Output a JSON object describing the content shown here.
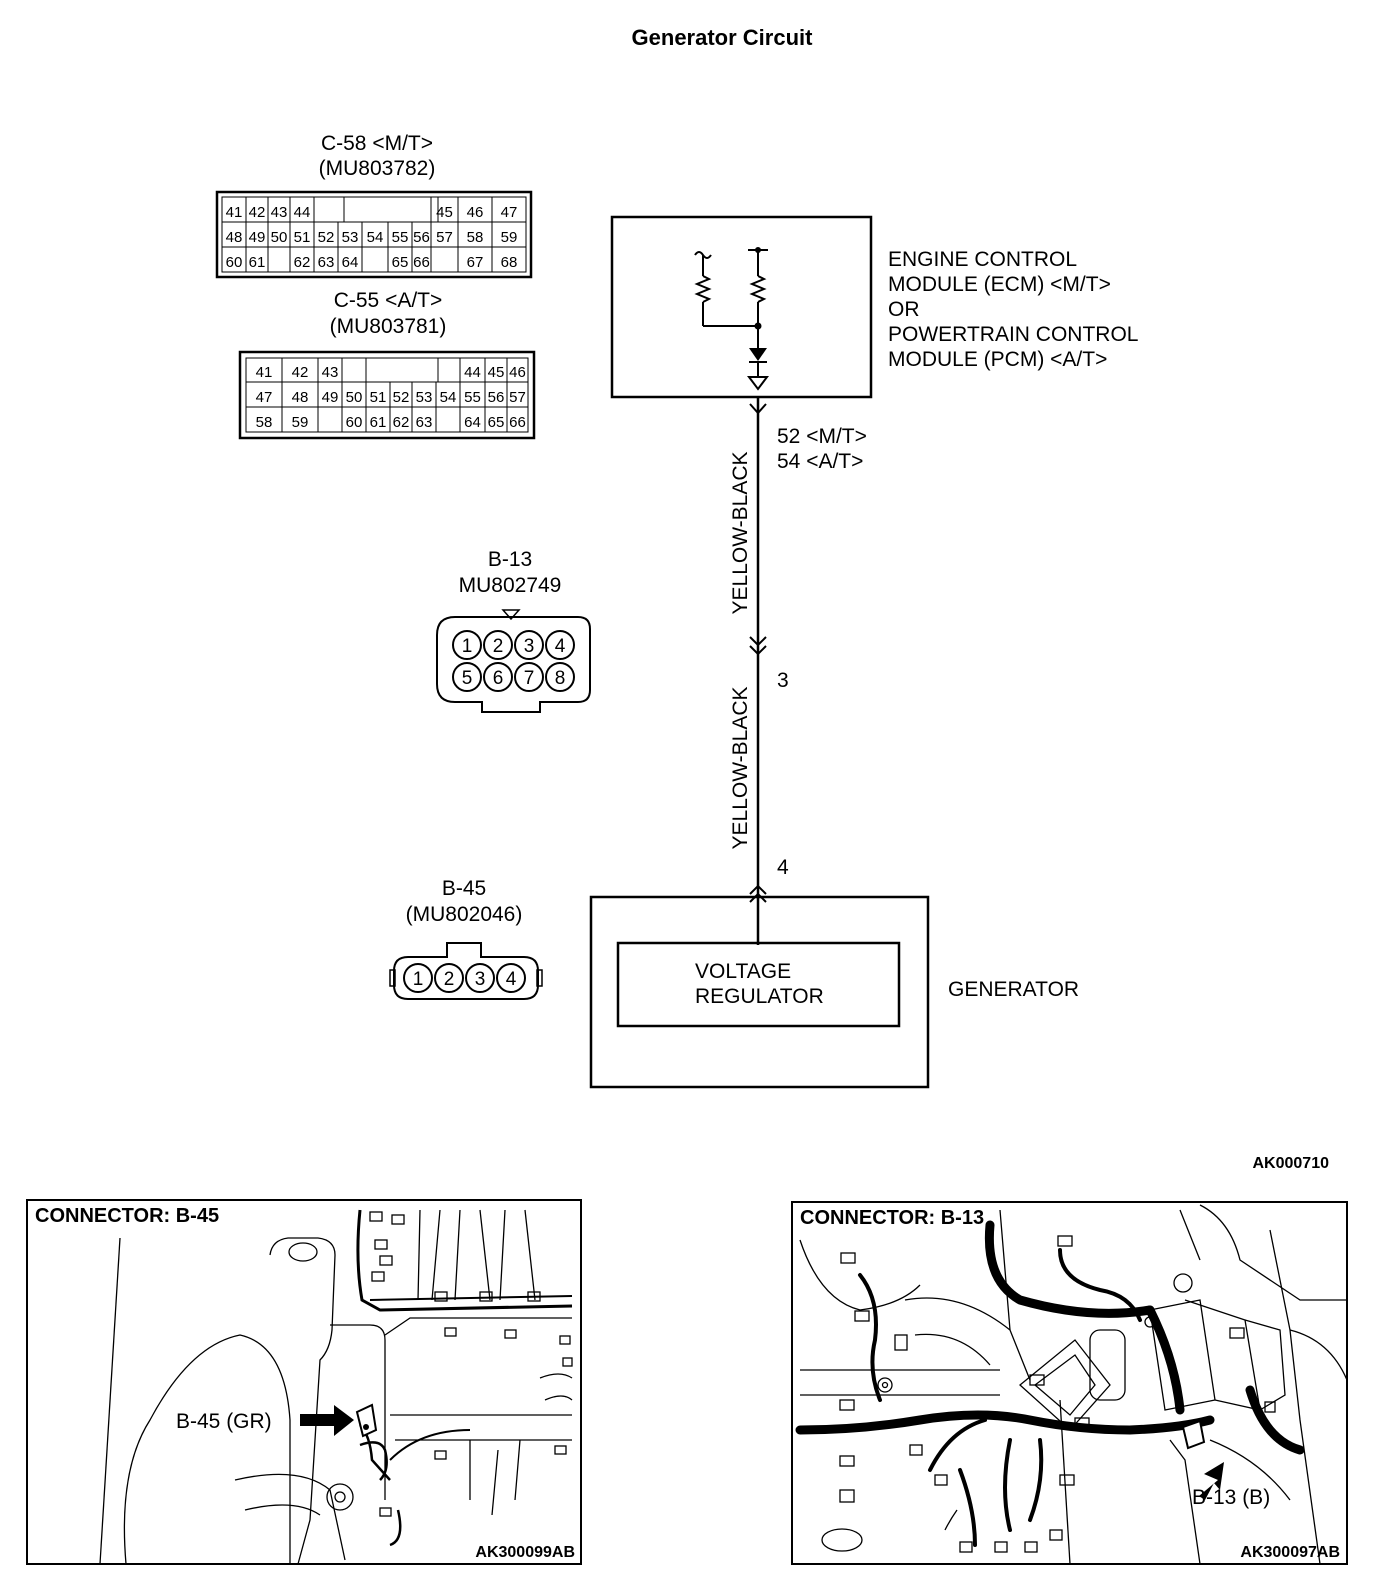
{
  "title": "Generator Circuit",
  "figure_code": "AK000710",
  "c58": {
    "name": "C-58 <M/T>",
    "part": "(MU803782)",
    "rows": [
      [
        "41",
        "42",
        "43",
        "44",
        "45",
        "46",
        "47"
      ],
      [
        "48",
        "49",
        "50",
        "51",
        "52",
        "53",
        "54",
        "55",
        "56",
        "57",
        "58",
        "59"
      ],
      [
        "60",
        "61",
        "62",
        "63",
        "64",
        "65",
        "66",
        "67",
        "68"
      ]
    ]
  },
  "c55": {
    "name": "C-55 <A/T>",
    "part": "(MU803781)",
    "rows": [
      [
        "41",
        "42",
        "43",
        "44",
        "45",
        "46"
      ],
      [
        "47",
        "48",
        "49",
        "50",
        "51",
        "52",
        "53",
        "54",
        "55",
        "56",
        "57"
      ],
      [
        "58",
        "59",
        "60",
        "61",
        "62",
        "63",
        "64",
        "65",
        "66"
      ]
    ]
  },
  "b13": {
    "name": "B-13",
    "part": "MU802749",
    "pins_top": [
      "1",
      "2",
      "3",
      "4"
    ],
    "pins_bottom": [
      "5",
      "6",
      "7",
      "8"
    ]
  },
  "b45": {
    "name": "B-45",
    "part": "(MU802046)",
    "pins": [
      "1",
      "2",
      "3",
      "4"
    ]
  },
  "ecm": {
    "lines": [
      "ENGINE CONTROL",
      "MODULE (ECM) <M/T>",
      "OR",
      "POWERTRAIN CONTROL",
      "MODULE (PCM) <A/T>"
    ]
  },
  "wire": {
    "terminal_mt": "52 <M/T>",
    "terminal_at": "54 <A/T>",
    "color_upper": "YELLOW-BLACK",
    "color_lower": "YELLOW-BLACK",
    "b13_terminal": "3",
    "gen_terminal": "4"
  },
  "generator": {
    "label": "GENERATOR",
    "regulator_line1": "VOLTAGE",
    "regulator_line2": "REGULATOR"
  },
  "photo_left": {
    "caption": "CONNECTOR: B-45",
    "callout": "B-45 (GR)",
    "code": "AK300099AB"
  },
  "photo_right": {
    "caption": "CONNECTOR: B-13",
    "callout": "B-13 (B)",
    "code": "AK300097AB"
  }
}
